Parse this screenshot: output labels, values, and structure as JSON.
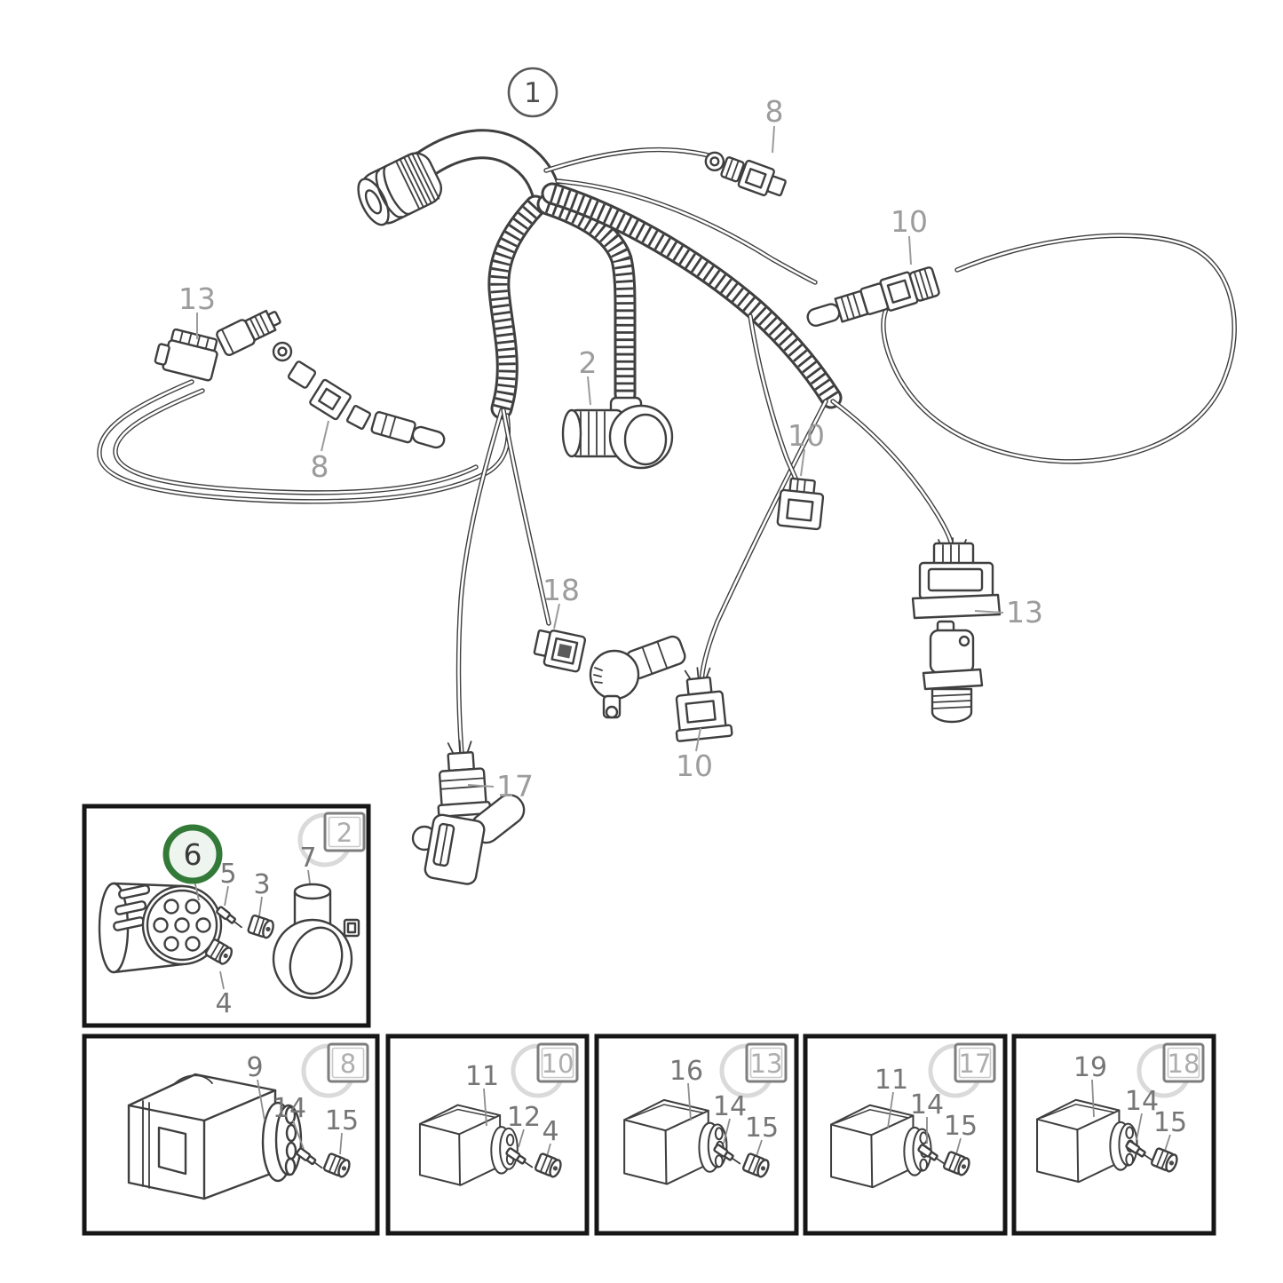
{
  "figure": {
    "type": "exploded-parts-diagram",
    "assembly_callout": "1",
    "callouts": {
      "top_8": "8",
      "right_10": "10",
      "left_13": "13",
      "center_2": "2",
      "left_8": "8",
      "mid_10": "10",
      "mid_18": "18",
      "right_13": "13",
      "bottom_10": "10",
      "bottom_17": "17"
    },
    "highlight": {
      "part": "6",
      "ring_color": "#337a38",
      "fill_color": "#eef4ee"
    },
    "colors": {
      "line": "#3f3f3f",
      "callout": "#9c9c9c",
      "box_border": "#161616",
      "badge": "#aeaeae"
    },
    "detail_box": {
      "badge": "2",
      "parts": {
        "p6": "6",
        "p5": "5",
        "p3": "3",
        "p7": "7",
        "p4": "4"
      }
    },
    "parts_boxes": [
      {
        "badge": "8",
        "parts": [
          "9",
          "14",
          "15"
        ]
      },
      {
        "badge": "10",
        "parts": [
          "11",
          "12",
          "4"
        ]
      },
      {
        "badge": "13",
        "parts": [
          "16",
          "14",
          "15"
        ]
      },
      {
        "badge": "17",
        "parts": [
          "11",
          "14",
          "15"
        ]
      },
      {
        "badge": "18",
        "parts": [
          "19",
          "14",
          "15"
        ]
      }
    ]
  }
}
